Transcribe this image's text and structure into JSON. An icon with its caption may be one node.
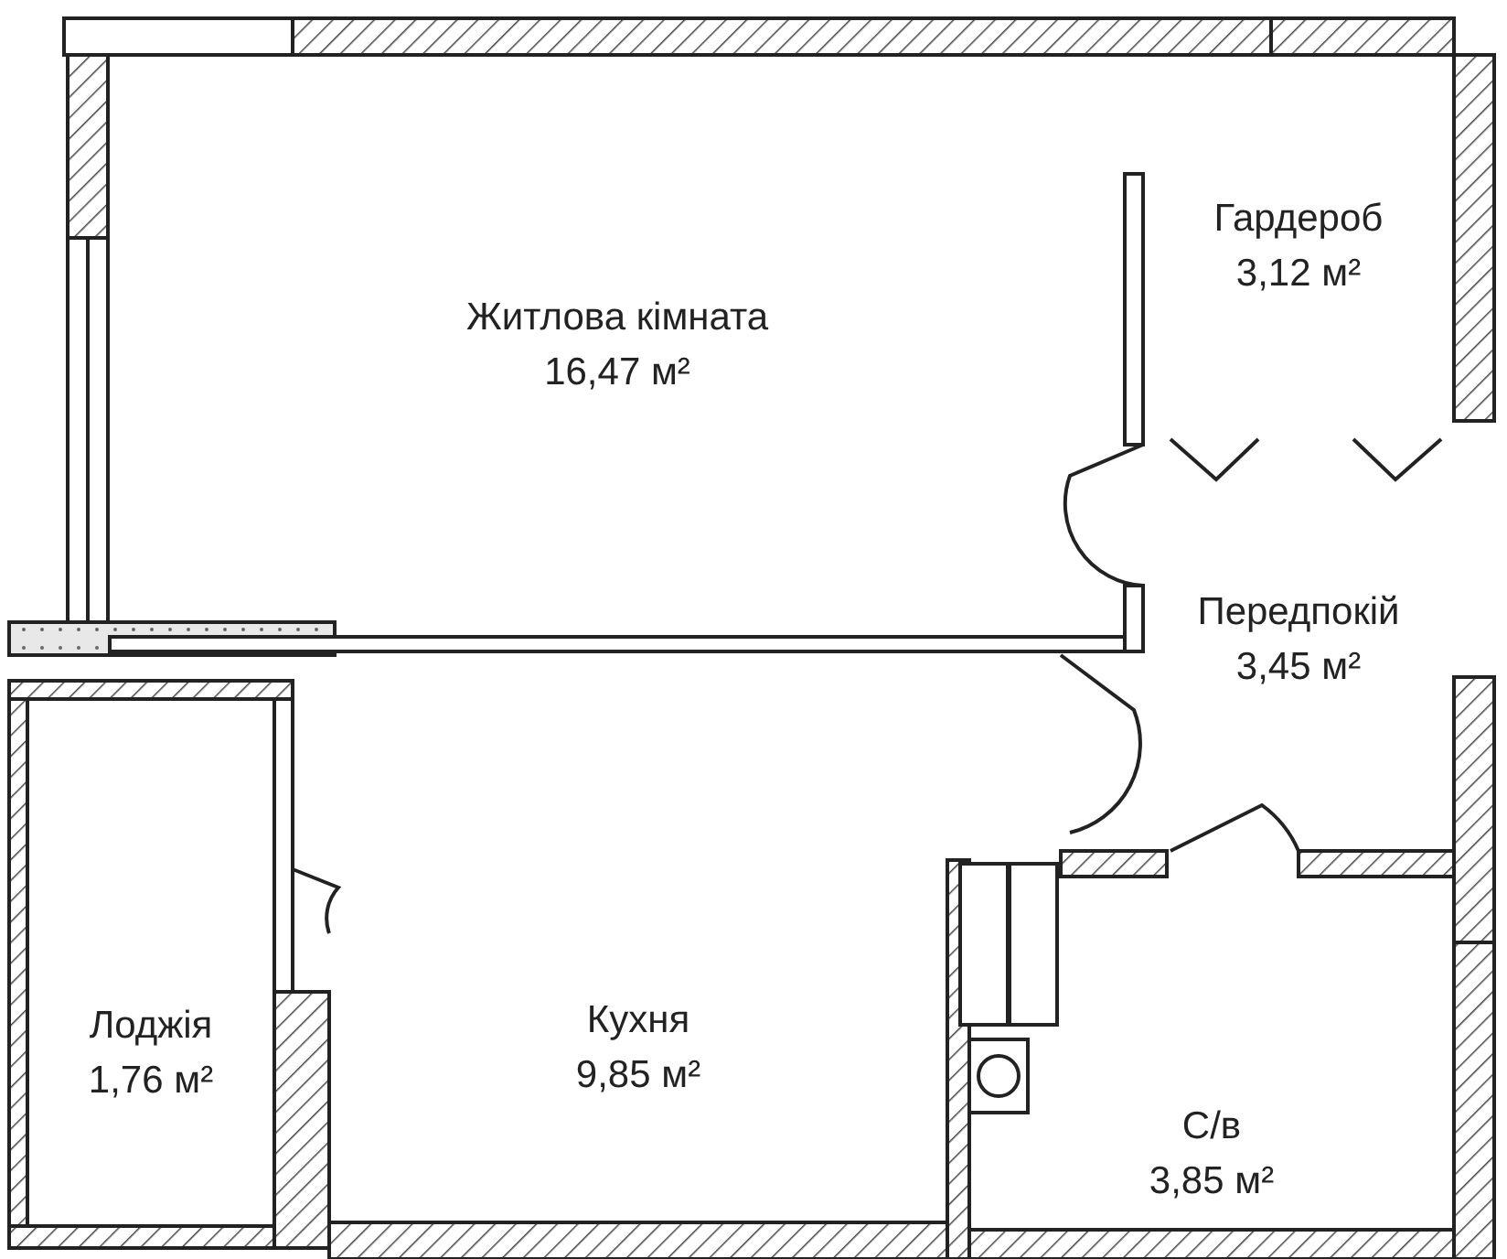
{
  "diagram": {
    "nodes": [
      {
        "text": [
          "Житлова кімната",
          "16,47 м²"
        ]
      },
      {
        "text": [
          "Гардероб",
          "3,12 м²"
        ]
      },
      {
        "text": [
          "Передпокій",
          "3,45 м²"
        ]
      },
      {
        "text": [
          "Лоджія",
          "1,76 м²"
        ]
      },
      {
        "text": [
          "Кухня",
          "9,85 м²"
        ]
      },
      {
        "text": [
          "С/в",
          "3,85 м²"
        ]
      }
    ],
    "edges": []
  }
}
